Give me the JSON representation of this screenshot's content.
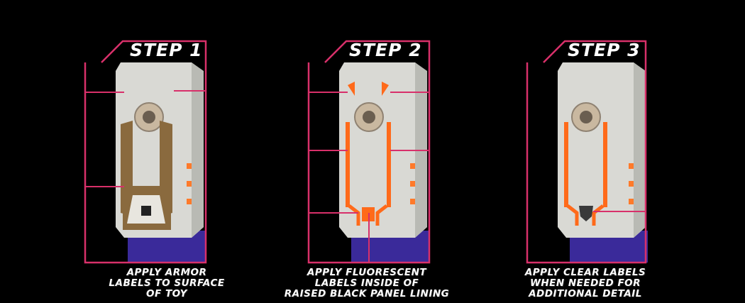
{
  "colors": {
    "frame": "#d8306a",
    "toy_body": "#d9d9d4",
    "toy_shadow": "#a9aaa4",
    "armor_label": "#8a6a3e",
    "fluorescent": "#ff6a1a",
    "base_purple": "#3a2a9a"
  },
  "steps": [
    {
      "title": "STEP 1",
      "caption_lines": [
        "APPLY ARMOR",
        "LABELS TO SURFACE",
        "OF TOY"
      ]
    },
    {
      "title": "STEP 2",
      "caption_lines": [
        "APPLY FLUORESCENT",
        "LABELS INSIDE OF",
        "RAISED BLACK PANEL LINING"
      ]
    },
    {
      "title": "STEP 3",
      "caption_lines": [
        "APPLY CLEAR LABELS",
        "WHEN NEEDED FOR",
        "ADDITIONAL DETAIL"
      ]
    }
  ]
}
